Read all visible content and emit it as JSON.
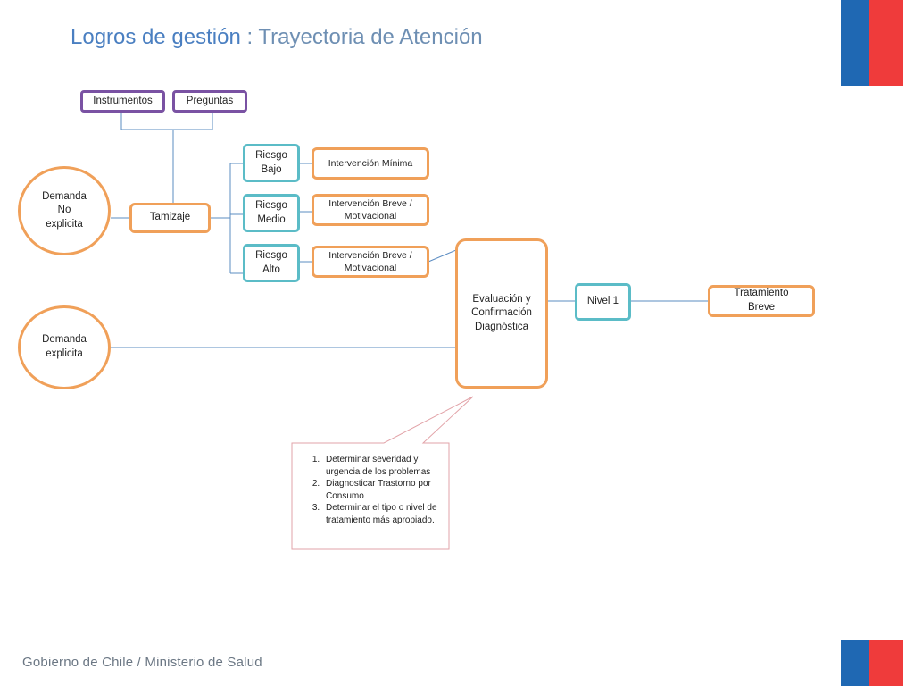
{
  "header": {
    "title_main": "Logros de gestión",
    "title_separator": " : ",
    "title_sub": "Trayectoria de Atención"
  },
  "footer": {
    "text": "Gobierno de Chile / Ministerio de Salud"
  },
  "brand_colors": {
    "flag_blue": "#1f68b3",
    "flag_red": "#ef3b3b",
    "title_blue": "#4a7fc1",
    "node_orange": "#f0a059",
    "node_purple": "#7a52a3",
    "node_teal": "#5bbcc7",
    "connector_blue": "#5b8cc2",
    "callout_border": "#e2a3a8"
  },
  "diagram": {
    "instrumentos": "Instrumentos",
    "preguntas": "Preguntas",
    "demanda_no_explicita": "Demanda\nNo\nexplicita",
    "demanda_explicita": "Demanda\nexplicita",
    "tamizaje": "Tamizaje",
    "riesgo_bajo": "Riesgo\nBajo",
    "riesgo_medio": "Riesgo\nMedio",
    "riesgo_alto": "Riesgo\nAlto",
    "intervencion_minima": "Intervención Mínima",
    "intervencion_breve_1": "Intervención Breve /\nMotivacional",
    "intervencion_breve_2": "Intervención Breve /\nMotivacional",
    "evaluacion": "Evaluación y\nConfirmación\nDiagnóstica",
    "nivel_1": "Nivel 1",
    "tratamiento_breve": "Tratamiento\nBreve"
  },
  "callout": {
    "items": [
      "Determinar severidad y urgencia de los problemas",
      "Diagnosticar Trastorno  por Consumo",
      "Determinar el tipo o nivel de tratamiento más apropiado."
    ]
  }
}
